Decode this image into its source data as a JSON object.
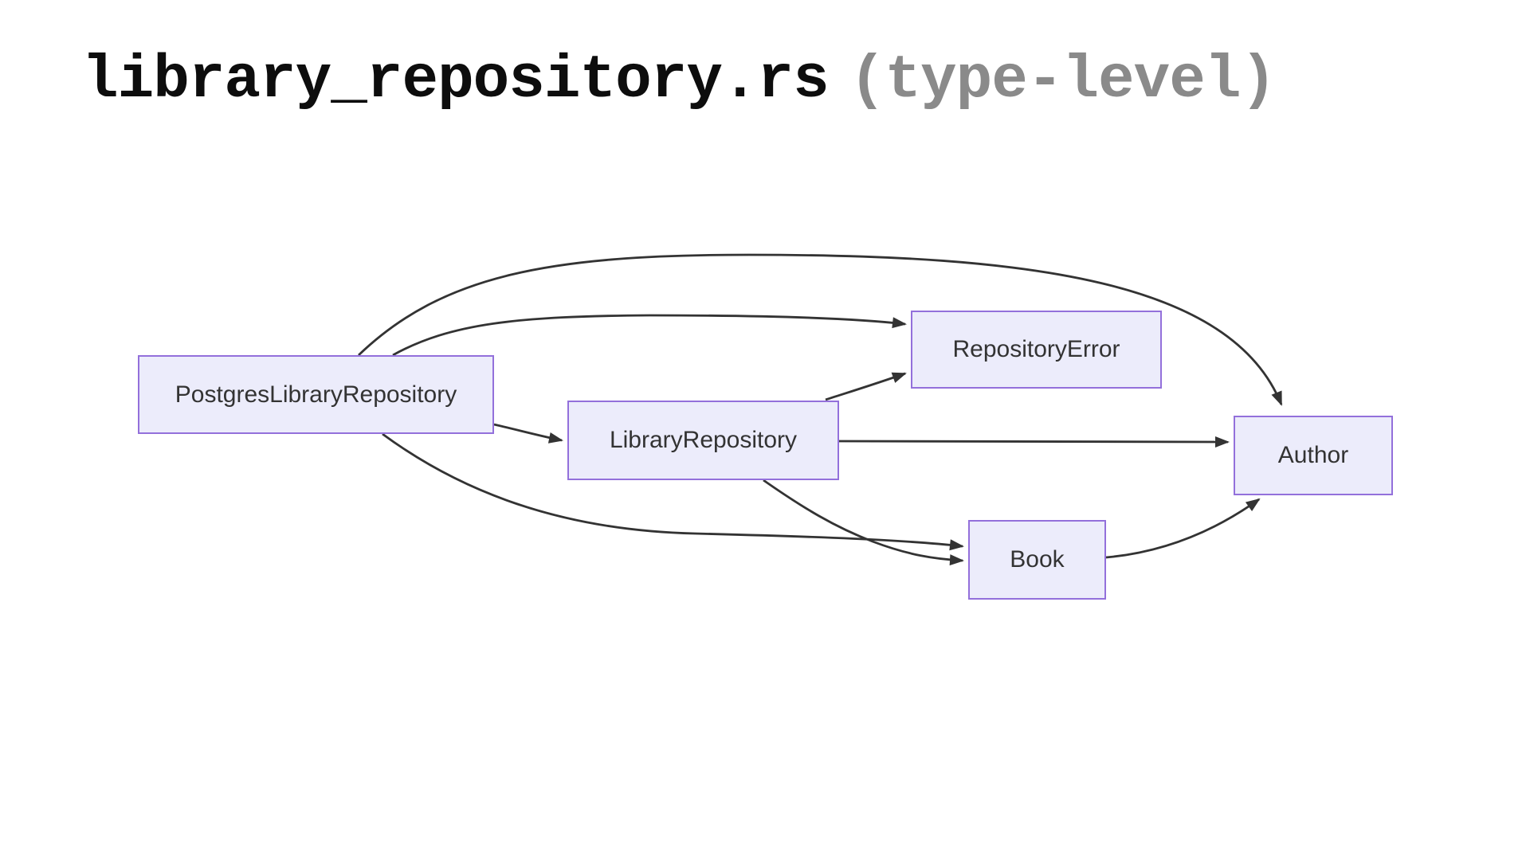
{
  "title": {
    "main": "library_repository.rs",
    "suffix": "(type-level)"
  },
  "diagram": {
    "type": "dependency-graph",
    "nodes": [
      {
        "id": "PostgresLibraryRepository",
        "label": "PostgresLibraryRepository"
      },
      {
        "id": "LibraryRepository",
        "label": "LibraryRepository"
      },
      {
        "id": "RepositoryError",
        "label": "RepositoryError"
      },
      {
        "id": "Author",
        "label": "Author"
      },
      {
        "id": "Book",
        "label": "Book"
      }
    ],
    "edges": [
      {
        "from": "PostgresLibraryRepository",
        "to": "Author"
      },
      {
        "from": "PostgresLibraryRepository",
        "to": "RepositoryError"
      },
      {
        "from": "PostgresLibraryRepository",
        "to": "LibraryRepository"
      },
      {
        "from": "PostgresLibraryRepository",
        "to": "Book"
      },
      {
        "from": "LibraryRepository",
        "to": "RepositoryError"
      },
      {
        "from": "LibraryRepository",
        "to": "Author"
      },
      {
        "from": "LibraryRepository",
        "to": "Book"
      },
      {
        "from": "Book",
        "to": "Author"
      }
    ],
    "colors": {
      "node_fill": "#ECECFB",
      "node_border": "#9370DB",
      "edge": "#333333",
      "node_label": "#333333",
      "title": "#0d0d0d",
      "title_suffix": "#8a8a8a",
      "background": "#ffffff"
    }
  }
}
